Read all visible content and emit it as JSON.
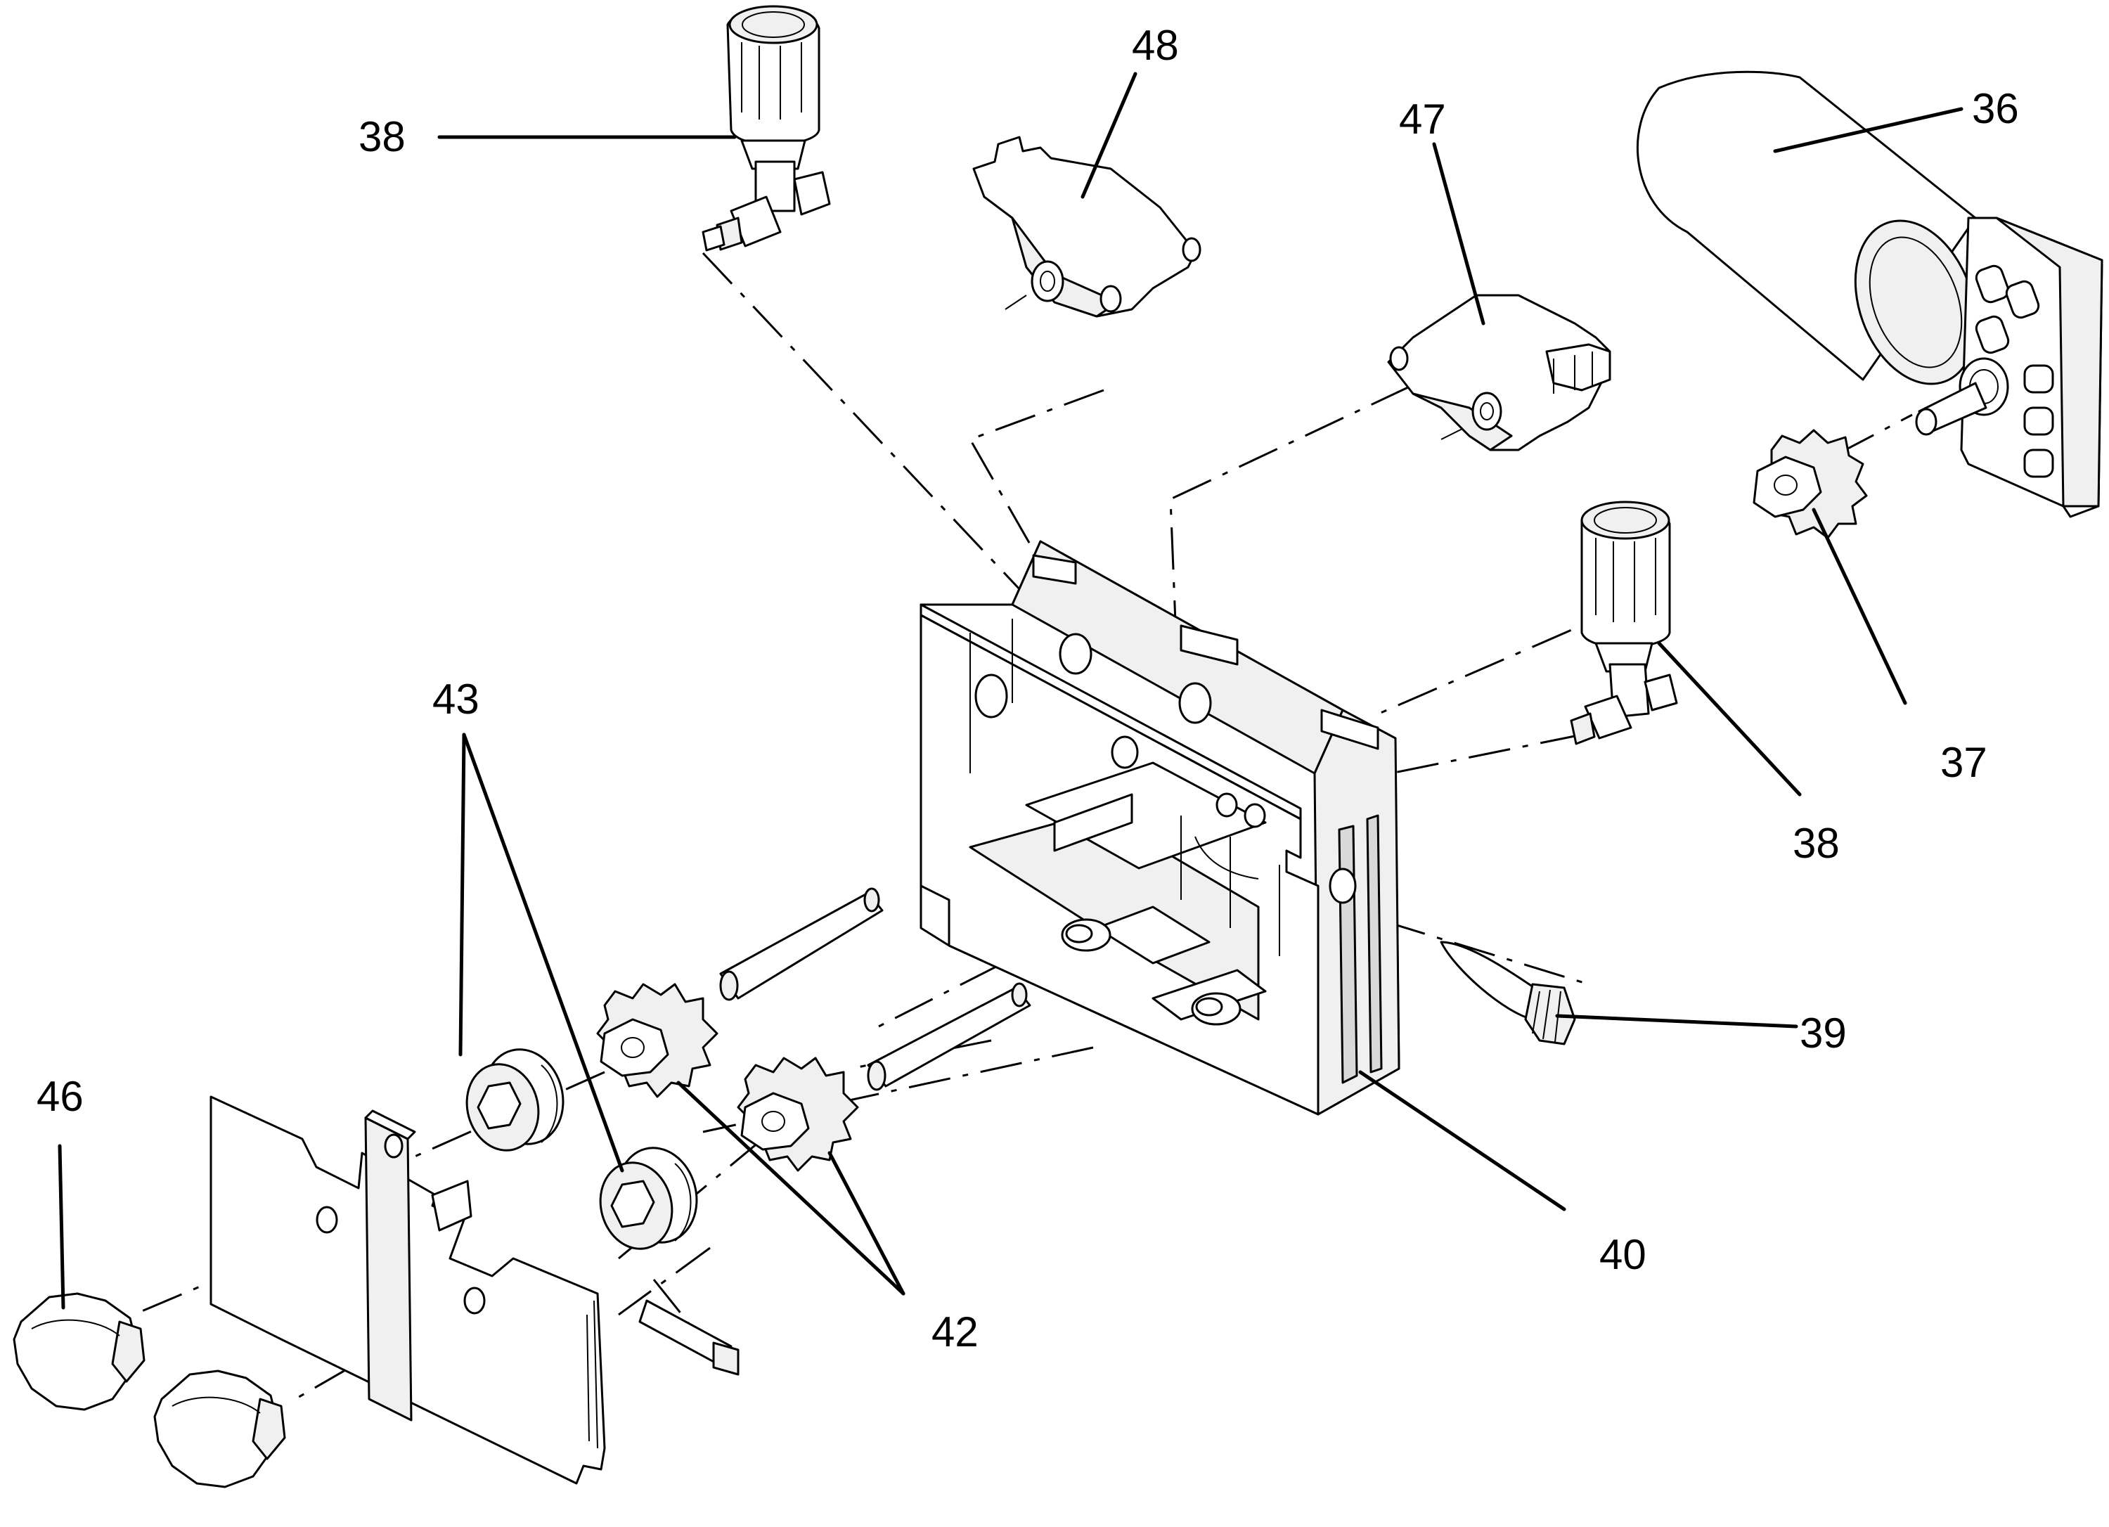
{
  "callouts": [
    {
      "id": "c38a",
      "label": "38"
    },
    {
      "id": "c48",
      "label": "48"
    },
    {
      "id": "c47",
      "label": "47"
    },
    {
      "id": "c36",
      "label": "36"
    },
    {
      "id": "c43",
      "label": "43"
    },
    {
      "id": "c37",
      "label": "37"
    },
    {
      "id": "c38b",
      "label": "38"
    },
    {
      "id": "c39",
      "label": "39"
    },
    {
      "id": "c46",
      "label": "46"
    },
    {
      "id": "c42",
      "label": "42"
    },
    {
      "id": "c40",
      "label": "40"
    }
  ]
}
